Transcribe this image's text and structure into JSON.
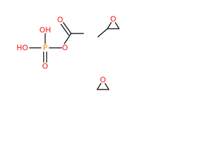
{
  "colors": {
    "oxygen": "#ff0d0d",
    "phosphorus": "#ff8000",
    "bond": "#000000"
  },
  "molecule_1": {
    "labels": {
      "oh_top": "OH",
      "oh_left": "HO",
      "p": "P",
      "o_bottom": "O",
      "o_ester": "O",
      "o_carbonyl": "O"
    }
  },
  "molecule_2": {
    "labels": {
      "o_ring": "O"
    }
  },
  "molecule_3": {
    "labels": {
      "o_ring": "O"
    }
  }
}
